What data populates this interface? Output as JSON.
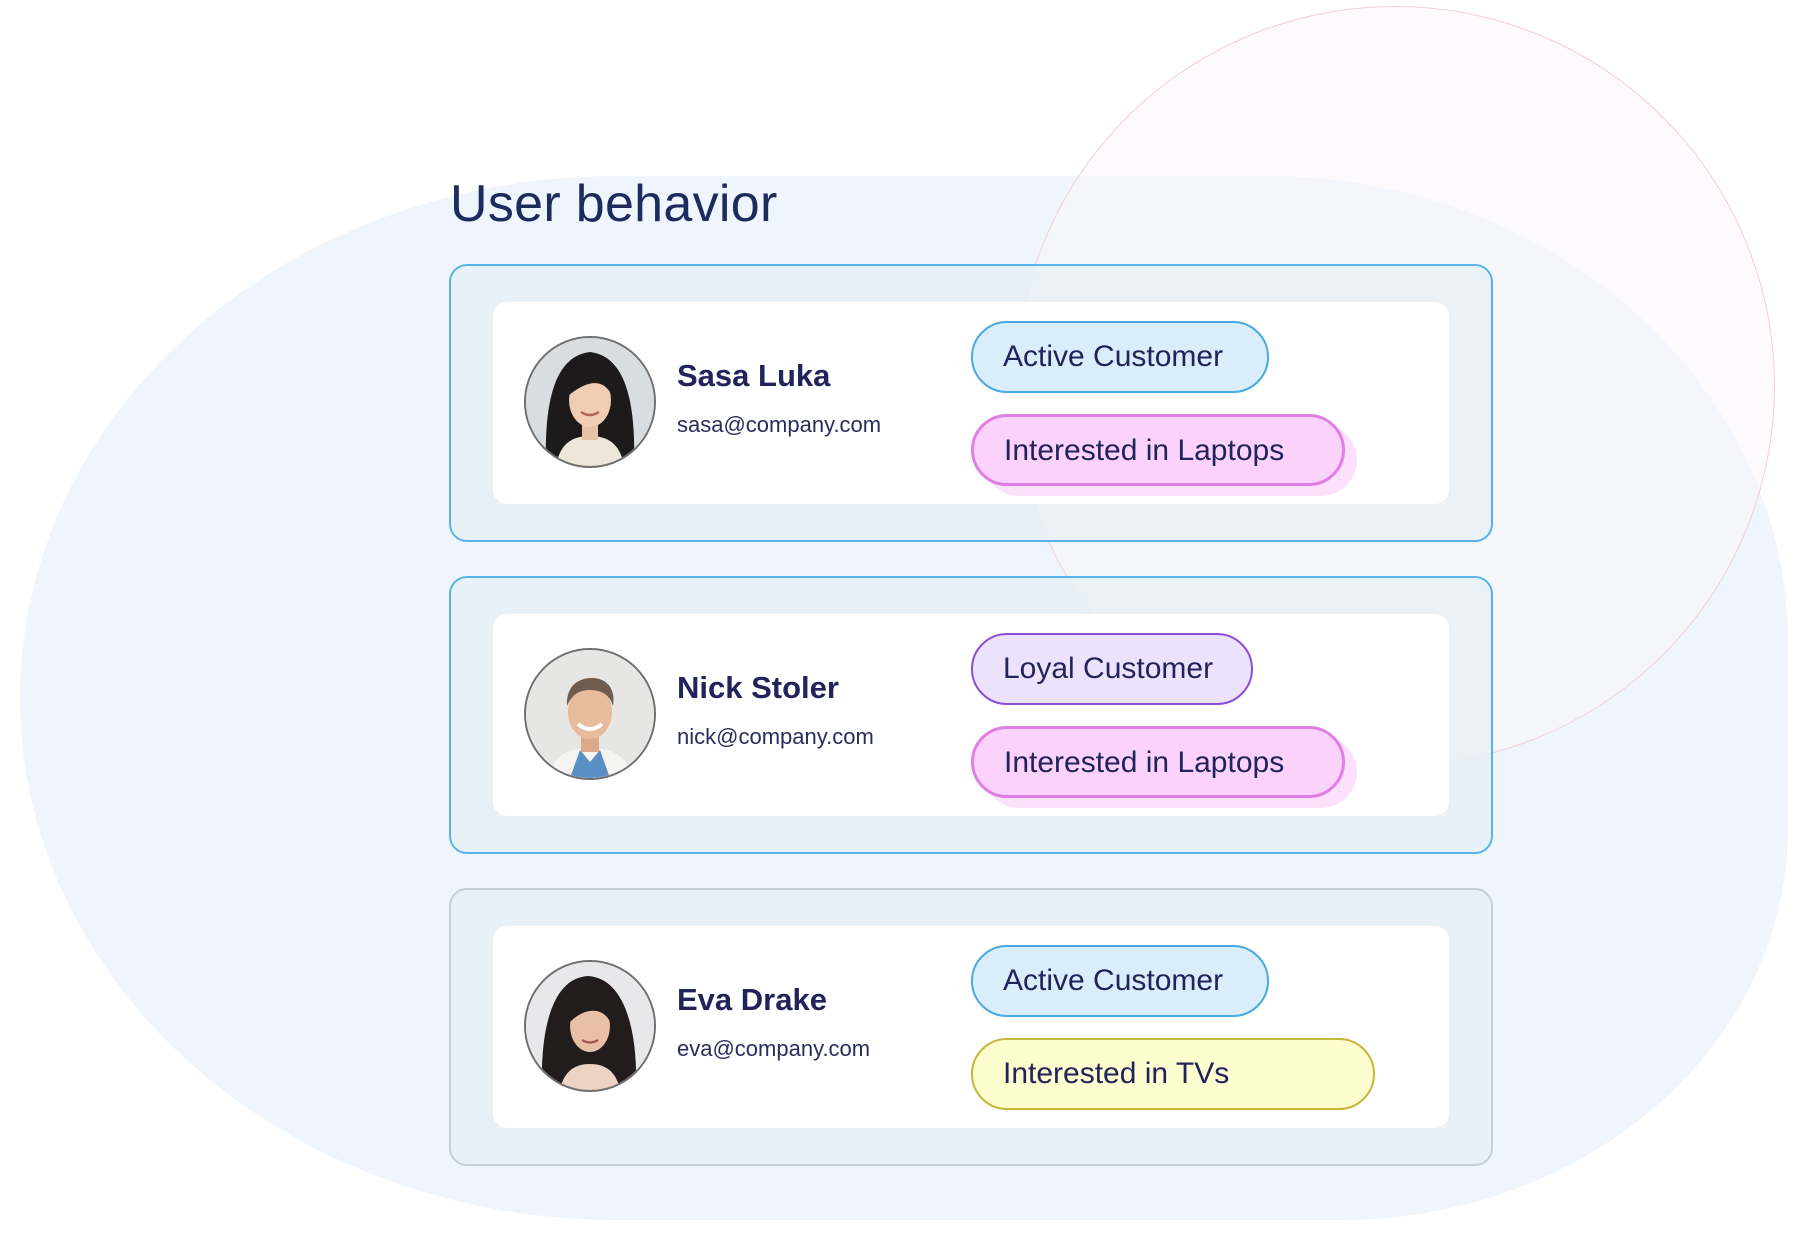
{
  "page": {
    "title": "User behavior"
  },
  "users": [
    {
      "name": "Sasa Luka",
      "email": "sasa@company.com",
      "avatar_icon": "woman-portrait-avatar",
      "tags": [
        {
          "label": "Active Customer",
          "kind": "active"
        },
        {
          "label": "Interested in Laptops",
          "kind": "laptops"
        }
      ]
    },
    {
      "name": "Nick Stoler",
      "email": "nick@company.com",
      "avatar_icon": "man-portrait-avatar",
      "tags": [
        {
          "label": "Loyal Customer",
          "kind": "loyal"
        },
        {
          "label": "Interested in Laptops",
          "kind": "laptops"
        }
      ]
    },
    {
      "name": "Eva Drake",
      "email": "eva@company.com",
      "avatar_icon": "woman-portrait-avatar",
      "tags": [
        {
          "label": "Active Customer",
          "kind": "active"
        },
        {
          "label": "Interested in TVs",
          "kind": "tvs"
        }
      ]
    }
  ],
  "colors": {
    "title": "#1f2a5e",
    "card_border_active": "#57b3ea",
    "card_border_muted": "#c5cfd8",
    "tag_active_bg": "#daedfb",
    "tag_loyal_bg": "#ece2fb",
    "tag_laptops_bg": "#fbd2fb",
    "tag_tvs_bg": "#fdfdcf"
  }
}
